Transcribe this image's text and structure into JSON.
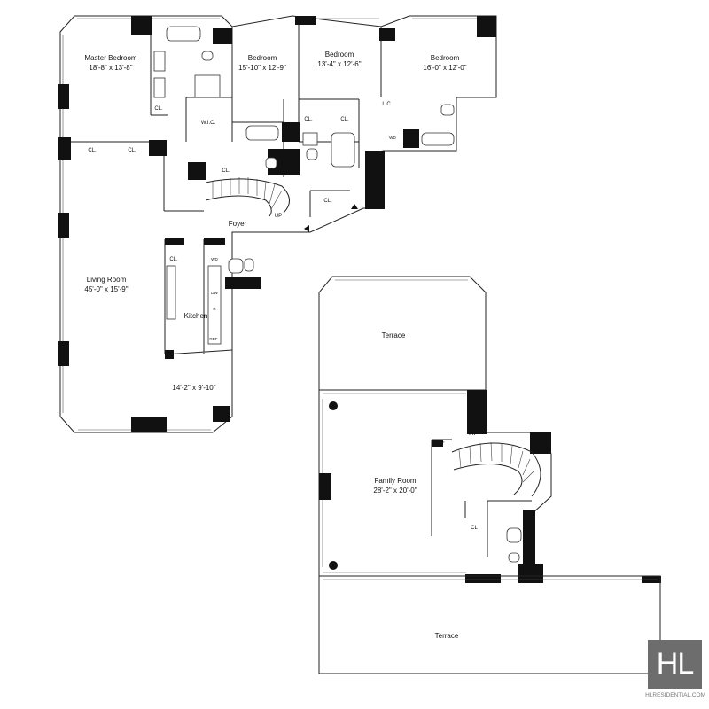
{
  "rooms": {
    "master_bedroom": {
      "name": "Master Bedroom",
      "dims": "18'-8\" x 13'-8\""
    },
    "bedroom_2": {
      "name": "Bedroom",
      "dims": "15'-10\" x 12'-9\""
    },
    "bedroom_3": {
      "name": "Bedroom",
      "dims": "13'-4\" x 12'-6\""
    },
    "bedroom_4": {
      "name": "Bedroom",
      "dims": "16'-0\" x 12'-0\""
    },
    "living_room": {
      "name": "Living Room",
      "dims": "45'-0\" x 15'-9\""
    },
    "kitchen": {
      "name": "Kitchen",
      "dims": "14'-2\" x 9'-10\""
    },
    "foyer": {
      "name": "Foyer"
    },
    "terrace_upper": {
      "name": "Terrace"
    },
    "family_room": {
      "name": "Family Room",
      "dims": "28'-2\" x 20'-0\""
    },
    "terrace_lower": {
      "name": "Terrace"
    }
  },
  "tags": {
    "closet": "CL.",
    "linen_closet": "L.C",
    "walk_in_closet": "W.I.C.",
    "washer_dryer": "WD",
    "dishwasher": "DW",
    "range": "R",
    "refrigerator": "REF",
    "stairs_up": "UP",
    "closet_short": "CL",
    "dumbwaiter": "DW"
  },
  "logo": {
    "text": "HL",
    "website": "HLRESIDENTIAL.COM"
  }
}
